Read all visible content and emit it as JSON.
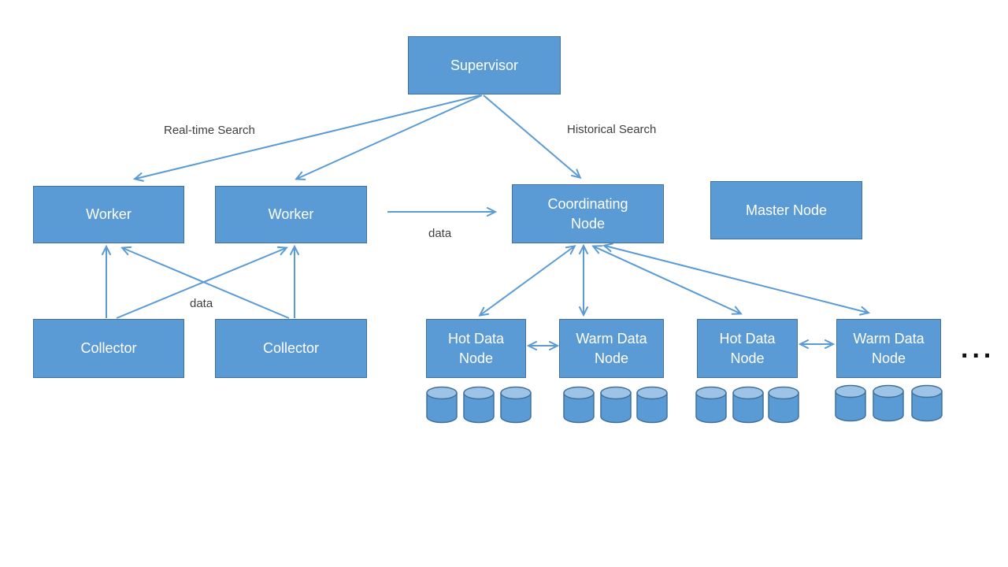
{
  "nodes": {
    "supervisor": "Supervisor",
    "worker_1": "Worker",
    "worker_2": "Worker",
    "coordinating_node": "Coordinating Node",
    "master_node": "Master Node",
    "collector_1": "Collector",
    "collector_2": "Collector",
    "hot_data_node_1": "Hot Data Node",
    "warm_data_node_1": "Warm Data Node",
    "hot_data_node_2": "Hot Data Node",
    "warm_data_node_2": "Warm Data Node"
  },
  "labels": {
    "realtime_search": "Real-time Search",
    "historical_search": "Historical Search",
    "data_flow_workers": "data",
    "data_flow_collectors": "data",
    "ellipsis": "..."
  },
  "edges": [
    {
      "from": "supervisor",
      "to": "worker_1",
      "direction": "one-way",
      "label": "Real-time Search"
    },
    {
      "from": "supervisor",
      "to": "worker_2",
      "direction": "one-way",
      "label": "Real-time Search"
    },
    {
      "from": "supervisor",
      "to": "coordinating_node",
      "direction": "one-way",
      "label": "Historical Search"
    },
    {
      "from": "collector_1",
      "to": "worker_1",
      "direction": "one-way",
      "label": "data"
    },
    {
      "from": "collector_1",
      "to": "worker_2",
      "direction": "one-way",
      "label": "data"
    },
    {
      "from": "collector_2",
      "to": "worker_1",
      "direction": "one-way",
      "label": "data"
    },
    {
      "from": "collector_2",
      "to": "worker_2",
      "direction": "one-way",
      "label": "data"
    },
    {
      "from": "worker_2",
      "to": "coordinating_node",
      "direction": "one-way",
      "label": "data"
    },
    {
      "from": "coordinating_node",
      "to": "hot_data_node_1",
      "direction": "two-way"
    },
    {
      "from": "coordinating_node",
      "to": "warm_data_node_1",
      "direction": "two-way"
    },
    {
      "from": "coordinating_node",
      "to": "hot_data_node_2",
      "direction": "two-way"
    },
    {
      "from": "coordinating_node",
      "to": "warm_data_node_2",
      "direction": "two-way"
    },
    {
      "from": "hot_data_node_1",
      "to": "warm_data_node_1",
      "direction": "two-way"
    },
    {
      "from": "hot_data_node_2",
      "to": "warm_data_node_2",
      "direction": "two-way"
    }
  ],
  "storage": {
    "cylinders_per_data_node": 3,
    "data_node_groups": 4
  },
  "colors": {
    "node_fill": "#5b9bd5",
    "node_border": "#41719c",
    "node_text": "#ffffff",
    "arrow": "#5b9bd5",
    "label_text": "#3f3f3f",
    "cylinder_top": "#9dc3e6"
  }
}
